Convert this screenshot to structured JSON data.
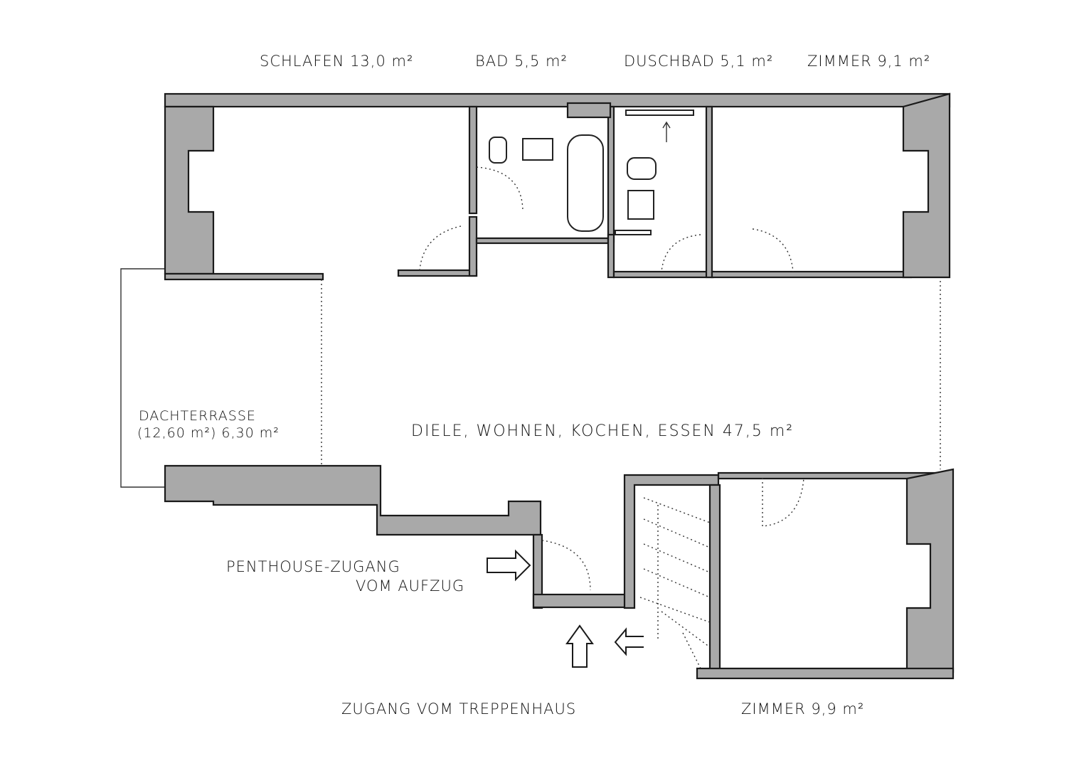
{
  "rooms": {
    "schlafen": "SCHLAFEN 13,0 m²",
    "bad": "BAD 5,5 m²",
    "duschbad": "DUSCHBAD 5,1 m²",
    "zimmer_top": "ZIMMER 9,1 m²",
    "dachterrasse_line1": "DACHTERRASSE",
    "dachterrasse_line2": "(12,60 m²)  6,30 m²",
    "living": "DIELE, WOHNEN, KOCHEN, ESSEN  47,5 m²",
    "zimmer_bottom": "ZIMMER 9,9 m²"
  },
  "annotations": {
    "penthouse_line1": "PENTHOUSE-ZUGANG",
    "penthouse_line2": "VOM AUFZUG",
    "treppenhaus": "ZUGANG VOM TREPPENHAUS"
  },
  "colors": {
    "wall_fill": "#a9a9a9",
    "ink": "#1a1a1a"
  }
}
